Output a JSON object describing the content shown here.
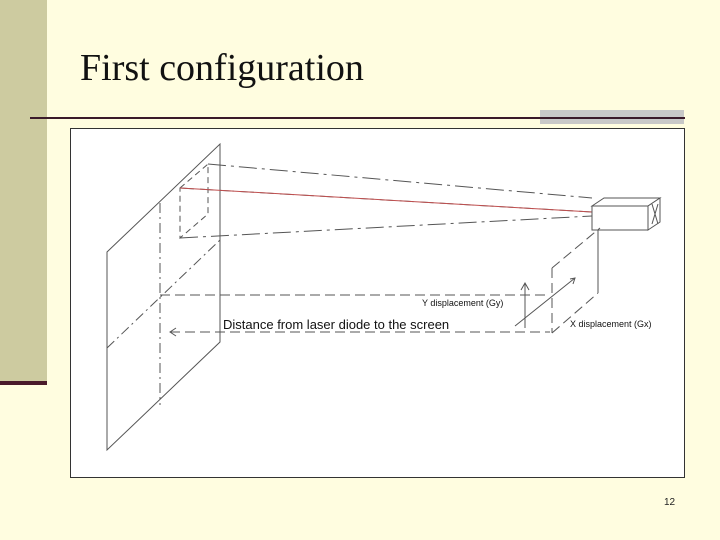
{
  "slide": {
    "title": "First configuration",
    "page_number": "12"
  },
  "diagram": {
    "labels": {
      "distance": "Distance from laser diode to the screen",
      "y_displacement": "Y displacement (Gy)",
      "x_displacement": "X displacement (Gx)"
    },
    "colors": {
      "slide_background": "#fffde0",
      "sidebar": "#cdcba0",
      "accent_rule": "#3a1a2a",
      "laser_beam": "#c05050",
      "line_work": "#555555"
    }
  }
}
